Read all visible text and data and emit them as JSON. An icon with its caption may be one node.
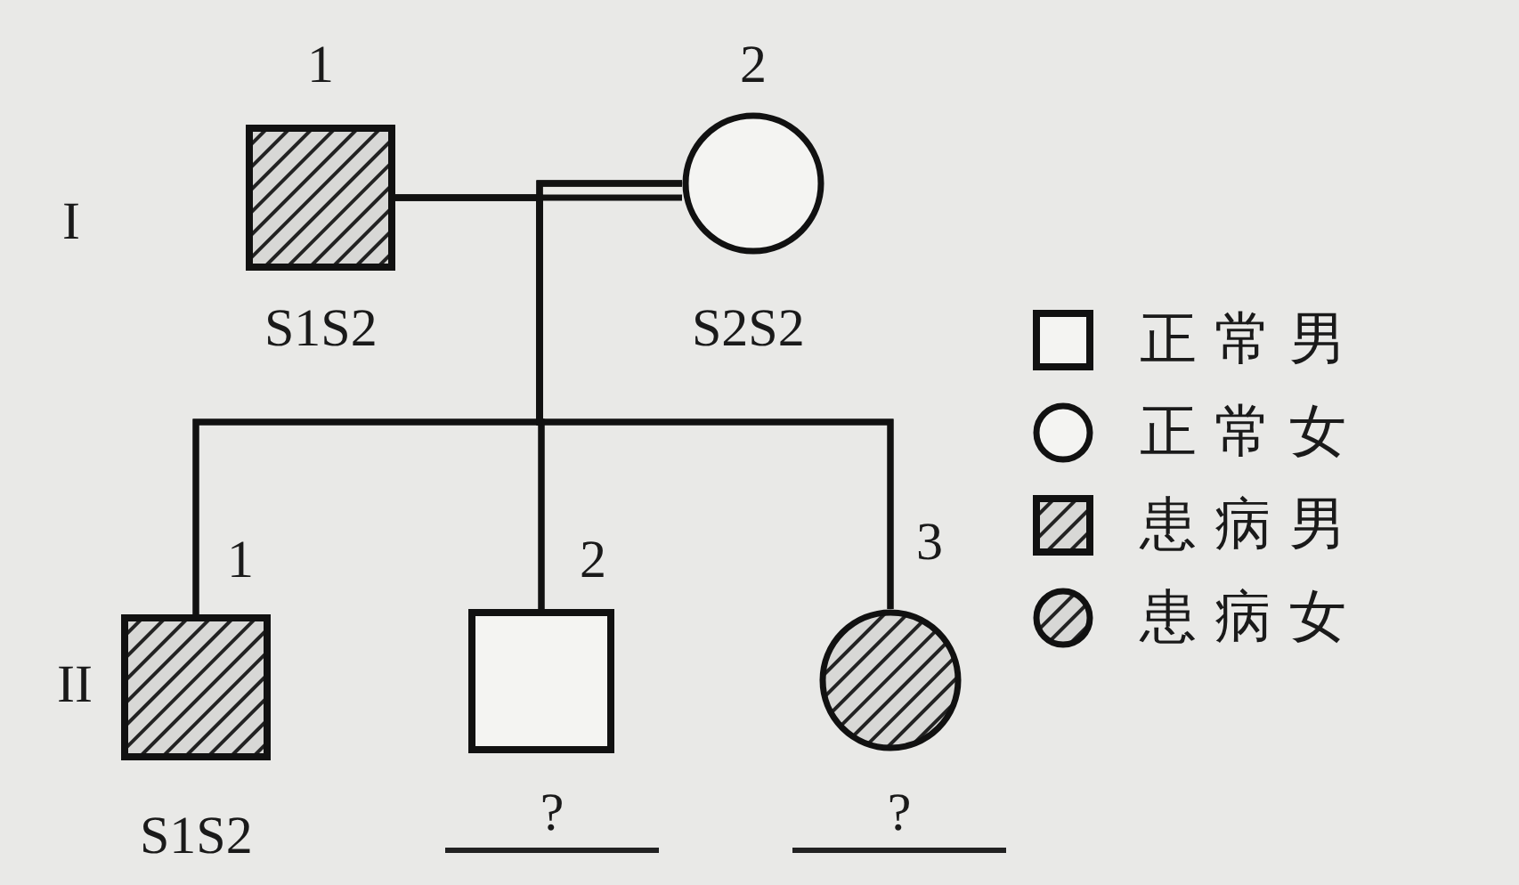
{
  "diagram": {
    "nodes": [
      {
        "text": [
          "1"
        ],
        "beside": [
          "S1S2"
        ]
      },
      {
        "text": [
          "2"
        ],
        "beside": [
          "S2S2"
        ]
      },
      {
        "text": [
          "1"
        ],
        "beside": [
          "S1S2"
        ]
      },
      {
        "text": [
          "2"
        ],
        "beside": [
          "?"
        ]
      },
      {
        "text": [
          "3"
        ],
        "beside": [
          "?"
        ]
      }
    ],
    "edges": [
      {
        "from": 0,
        "to": 1,
        "arrow": "none"
      },
      {
        "from": 0,
        "to": 2,
        "arrow": "none"
      },
      {
        "from": 0,
        "to": 3,
        "arrow": "none"
      },
      {
        "from": 0,
        "to": 4,
        "arrow": "none"
      },
      {
        "from": 1,
        "to": 2,
        "arrow": "none"
      },
      {
        "from": 1,
        "to": 3,
        "arrow": "none"
      },
      {
        "from": 1,
        "to": 4,
        "arrow": "none"
      }
    ],
    "labels": [
      "I",
      "II"
    ],
    "legend": [
      {
        "text": "正常男"
      },
      {
        "text": "正常女"
      },
      {
        "text": "患病男"
      },
      {
        "text": "患病女"
      }
    ]
  }
}
